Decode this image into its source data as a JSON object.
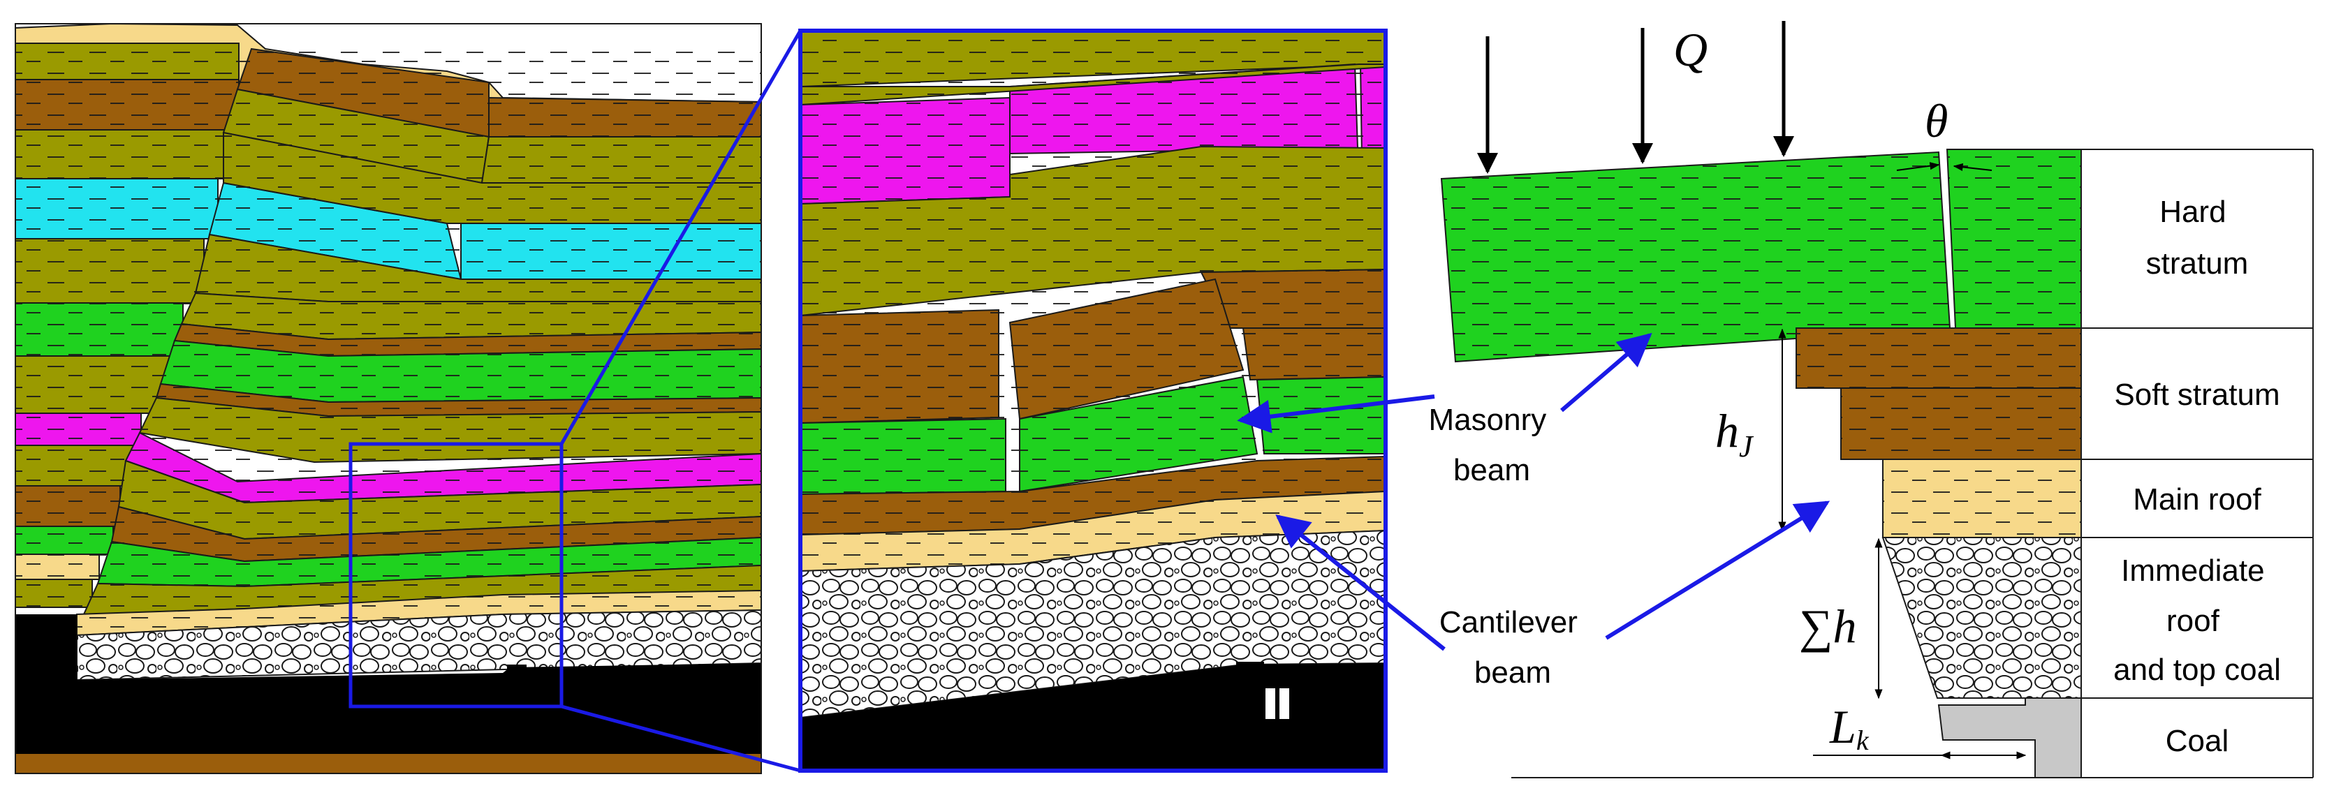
{
  "figure": {
    "colors": {
      "olive": "#9a9a00",
      "brown": "#9b5e0c",
      "cyan": "#22e3ef",
      "green": "#1fd21f",
      "magenta": "#ee16ee",
      "sand": "#f7d98a",
      "coal": "#000000",
      "outline": "#1a1a1a",
      "highlight": "#1a1ae6",
      "gray": "#c8c8c8"
    },
    "icons": {
      "load_arrows": "arrow-down-icon",
      "pointer_arrows": "arrow-icon"
    }
  },
  "schematic": {
    "symbols": {
      "load": "Q",
      "rotation": "θ",
      "height_h": "h",
      "height_h_sub": "J",
      "sum_sign": "∑",
      "sum_var": "h",
      "length": "L",
      "length_sub": "k"
    },
    "labels": {
      "masonry_line1": "Masonry",
      "masonry_line2": "beam",
      "cantilever_line1": "Cantilever",
      "cantilever_line2": "beam"
    },
    "legend": {
      "hard_line1": "Hard",
      "hard_line2": "stratum",
      "soft": "Soft stratum",
      "main_roof": "Main roof",
      "immediate_line1": "Immediate",
      "immediate_line2": "roof",
      "immediate_line3": "and top coal",
      "coal": "Coal"
    }
  }
}
